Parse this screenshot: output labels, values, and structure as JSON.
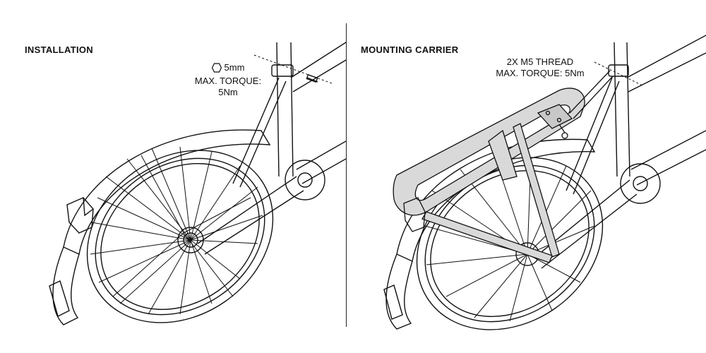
{
  "panels": [
    {
      "title": "INSTALLATION",
      "callout": {
        "icon": "hex-key-icon",
        "size": "5mm",
        "torque_label": "MAX. TORQUE:",
        "torque_value": "5Nm"
      }
    },
    {
      "title": "MOUNTING CARRIER",
      "callout": {
        "line1": "2X M5 THREAD",
        "line2": "MAX. TORQUE: 5Nm"
      }
    }
  ]
}
